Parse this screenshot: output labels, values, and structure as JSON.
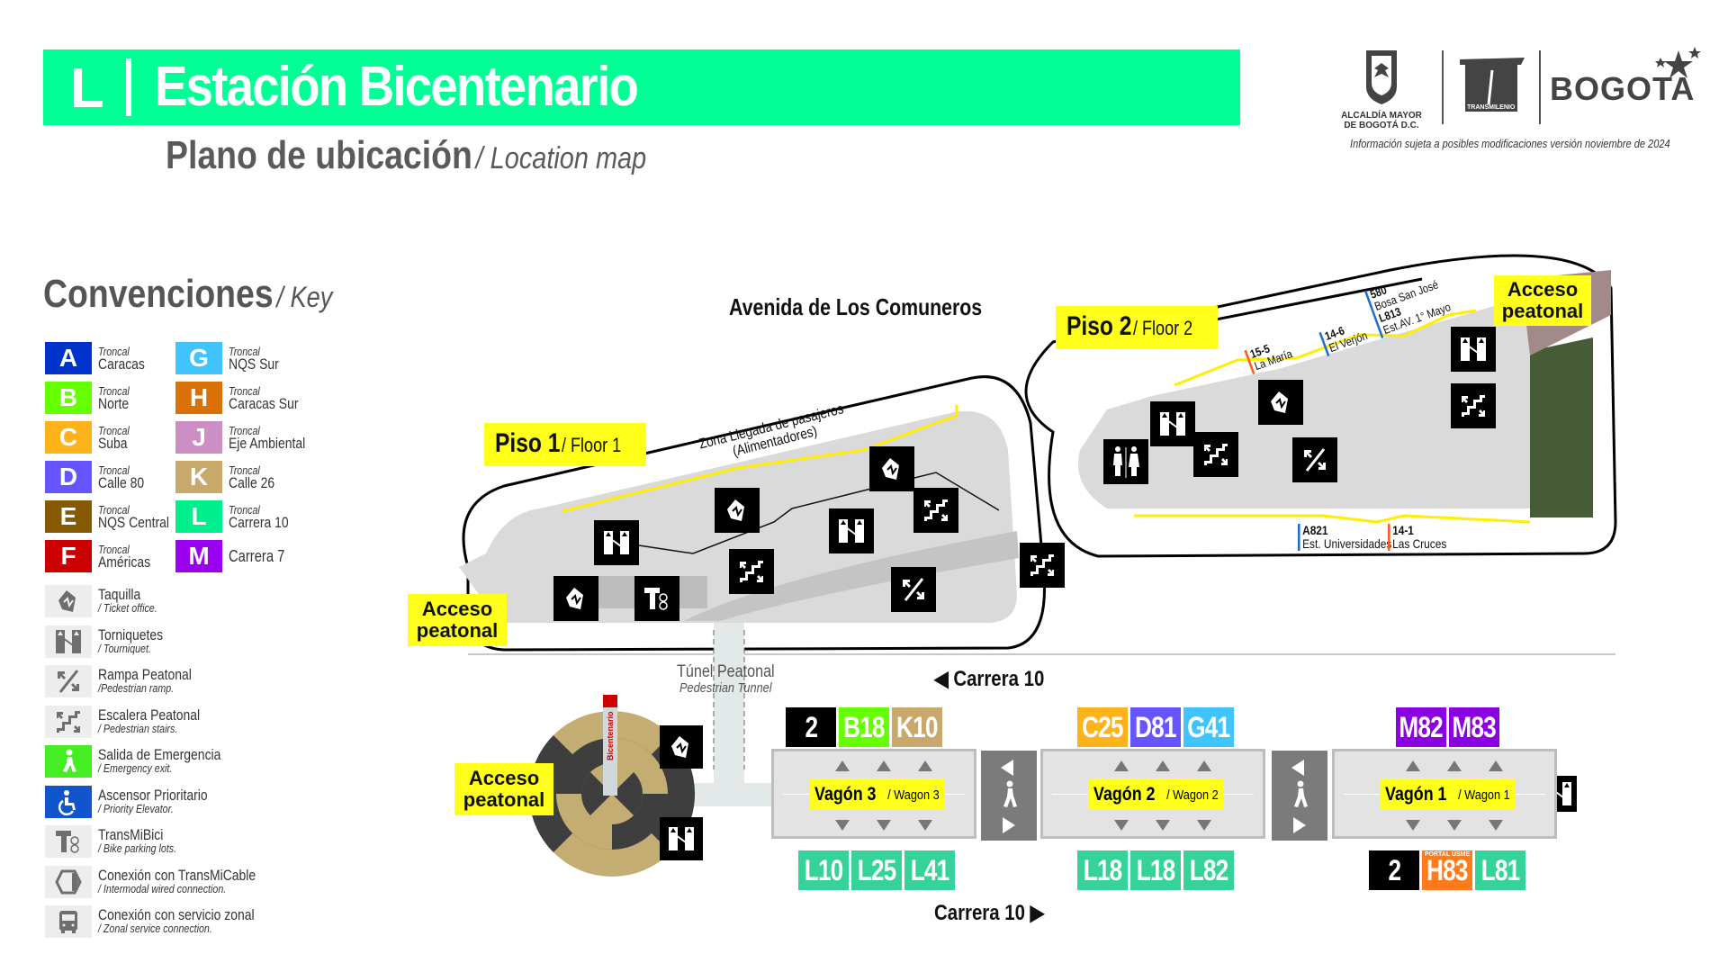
{
  "header": {
    "line_letter": "L",
    "station_name": "Estación Bicentenario",
    "subtitle": "Plano de ubicación",
    "subtitle_en": "/ Location map",
    "bar_color": "#00ff95"
  },
  "logos": {
    "alcaldia_line1": "ALCALDÍA MAYOR",
    "alcaldia_line2": "DE BOGOTÁ D.C.",
    "transmilenio": "TRANSMILENIO",
    "bogota": "BOGOTA",
    "notice": "Información sujeta a posibles modificaciones versión noviembre de 2024"
  },
  "key": {
    "title": "Convenciones",
    "title_en": "/ Key",
    "troncales": [
      {
        "letter": "A",
        "prefix": "Troncal",
        "name": "Caracas",
        "color": "#0033cc"
      },
      {
        "letter": "B",
        "prefix": "Troncal",
        "name": "Norte",
        "color": "#66ff00"
      },
      {
        "letter": "C",
        "prefix": "Troncal",
        "name": "Suba",
        "color": "#ffb31a"
      },
      {
        "letter": "D",
        "prefix": "Troncal",
        "name": "Calle 80",
        "color": "#6655ff"
      },
      {
        "letter": "E",
        "prefix": "Troncal",
        "name": "NQS Central",
        "color": "#855a00"
      },
      {
        "letter": "F",
        "prefix": "Troncal",
        "name": "Américas",
        "color": "#cc0000"
      },
      {
        "letter": "G",
        "prefix": "Troncal",
        "name": "NQS Sur",
        "color": "#40c4ff"
      },
      {
        "letter": "H",
        "prefix": "Troncal",
        "name": "Caracas Sur",
        "color": "#d97008"
      },
      {
        "letter": "J",
        "prefix": "Troncal",
        "name": "Eje Ambiental",
        "color": "#cc8fc4"
      },
      {
        "letter": "K",
        "prefix": "Troncal",
        "name": "Calle 26",
        "color": "#c9a86b"
      },
      {
        "letter": "L",
        "prefix": "Troncal",
        "name": "Carrera 10",
        "color": "#00ee8c"
      },
      {
        "letter": "M",
        "prefix": "",
        "name": "Carrera 7",
        "color": "#9900ee"
      }
    ],
    "symbols": [
      {
        "icon": "ticket-office-icon",
        "label": "Taquilla",
        "label_en": "/ Ticket office."
      },
      {
        "icon": "turnstile-icon",
        "label": "Torniquetes",
        "label_en": "/ Tourniquet."
      },
      {
        "icon": "pedestrian-ramp-icon",
        "label": "Rampa Peatonal",
        "label_en": "/Pedestrian ramp."
      },
      {
        "icon": "pedestrian-stairs-icon",
        "label": "Escalera Peatonal",
        "label_en": "/ Pedestrian stairs."
      },
      {
        "icon": "emergency-exit-icon",
        "label": "Salida de Emergencia",
        "label_en": "/ Emergency exit."
      },
      {
        "icon": "priority-elevator-icon",
        "label": "Ascensor Prioritario",
        "label_en": "/ Priority Elevator."
      },
      {
        "icon": "bike-parking-icon",
        "label": "TransMiBici",
        "label_en": "/ Bike parking lots."
      },
      {
        "icon": "transmicable-icon",
        "label": "Conexión con TransMiCable",
        "label_en": "/ Intermodal wired connection."
      },
      {
        "icon": "zonal-bus-icon",
        "label": "Conexión con servicio zonal",
        "label_en": "/ Zonal service connection."
      }
    ]
  },
  "map": {
    "street_top": "Avenida de Los Comuneros",
    "floor1": {
      "label": "Piso 1",
      "label_en": "/ Floor 1",
      "zone": "Zona Llegada de pasajeros",
      "zone2": "(Alimentadores)"
    },
    "floor2": {
      "label": "Piso 2",
      "label_en": "/ Floor 2"
    },
    "access_left": "Acceso peatonal",
    "access_right": "Acceso peatonal",
    "access_bottom": "Acceso peatonal",
    "tunnel": "Túnel Peatonal",
    "tunnel_en": "Pedestrian Tunnel",
    "roundabout_sign": "Bicentenario",
    "street_north": "◀ Carrera 10",
    "street_south": "Carrera 10 ▶",
    "feeder_stops_top": [
      {
        "code": "15-5",
        "name": "La María",
        "color": "#ff5a1f"
      },
      {
        "code": "14-6",
        "name": "El Verjón",
        "color": "#1f6fcc"
      },
      {
        "code": "580",
        "name": "Bosa San José",
        "code2": "L813",
        "name2": "Est.AV. 1° Mayo",
        "color": "#1f6fcc"
      }
    ],
    "feeder_stops_bottom": [
      {
        "code": "A821",
        "name": "Est. Universidades",
        "color": "#1f6fcc"
      },
      {
        "code": "14-1",
        "name": "Las Cruces",
        "color": "#ff5a1f"
      }
    ]
  },
  "wagons": [
    {
      "name": "Vagón 3",
      "name_en": "/ Wagon 3",
      "top_routes": [
        {
          "code": "2",
          "color": "#000000"
        },
        {
          "code": "B18",
          "color": "#66ff00"
        },
        {
          "code": "K10",
          "color": "#c9a86b"
        }
      ],
      "bottom_routes": [
        {
          "code": "L10",
          "color": "#35d39a"
        },
        {
          "code": "L25",
          "color": "#35d39a"
        },
        {
          "code": "L41",
          "color": "#35d39a"
        }
      ]
    },
    {
      "name": "Vagón 2",
      "name_en": "/ Wagon 2",
      "top_routes": [
        {
          "code": "C25",
          "color": "#ffb31a"
        },
        {
          "code": "D81",
          "color": "#6655ff"
        },
        {
          "code": "G41",
          "color": "#40c4ff"
        }
      ],
      "bottom_routes": [
        {
          "code": "L18",
          "color": "#35d39a"
        },
        {
          "code": "L18",
          "color": "#35d39a"
        },
        {
          "code": "L82",
          "color": "#35d39a"
        }
      ]
    },
    {
      "name": "Vagón 1",
      "name_en": "/ Wagon 1",
      "top_routes": [
        {
          "code": "M82",
          "color": "#8a00e0"
        },
        {
          "code": "M83",
          "color": "#8a00e0"
        }
      ],
      "bottom_routes": [
        {
          "code": "2",
          "color": "#000000"
        },
        {
          "code": "H83",
          "color": "#ff7a1a",
          "note": "PORTAL USME"
        },
        {
          "code": "L81",
          "color": "#35d39a"
        }
      ]
    }
  ]
}
